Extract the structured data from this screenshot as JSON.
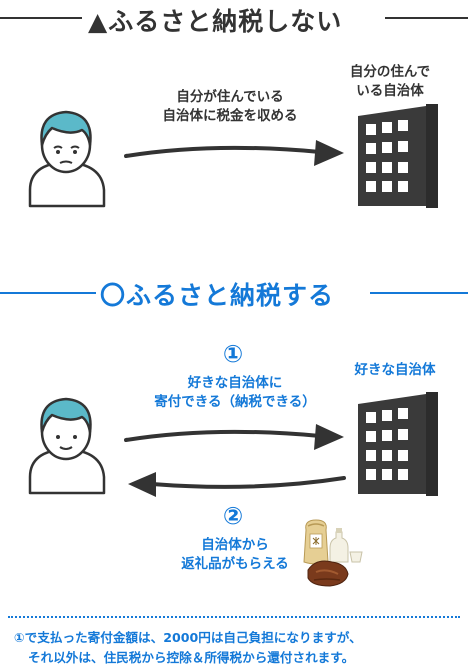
{
  "section_bad": {
    "title": "▲ふるさと納税しない",
    "arrow_label_line1": "自分が住んでいる",
    "arrow_label_line2": "自治体に税金を収める",
    "building_label_line1": "自分の住んで",
    "building_label_line2": "いる自治体"
  },
  "section_good": {
    "title": "〇ふるさと納税する",
    "step1_number": "①",
    "step1_line1": "好きな自治体に",
    "step1_line2": "寄付できる（納税できる）",
    "building_label": "好きな自治体",
    "step2_number": "②",
    "step2_line1": "自治体から",
    "step2_line2": "返礼品がもらえる"
  },
  "note": {
    "line1": "①で支払った寄付金額は、2000円は自己負担になりますが、",
    "line2": "それ以外は、住民税から控除＆所得税から還付されます。"
  },
  "colors": {
    "accent_blue": "#1479d8",
    "dark": "#333333",
    "hair": "#5bb9c9",
    "building": "#3a3a3a"
  },
  "icons": {
    "person": "person-icon",
    "building": "building-icon",
    "gift": "gift-icon"
  }
}
